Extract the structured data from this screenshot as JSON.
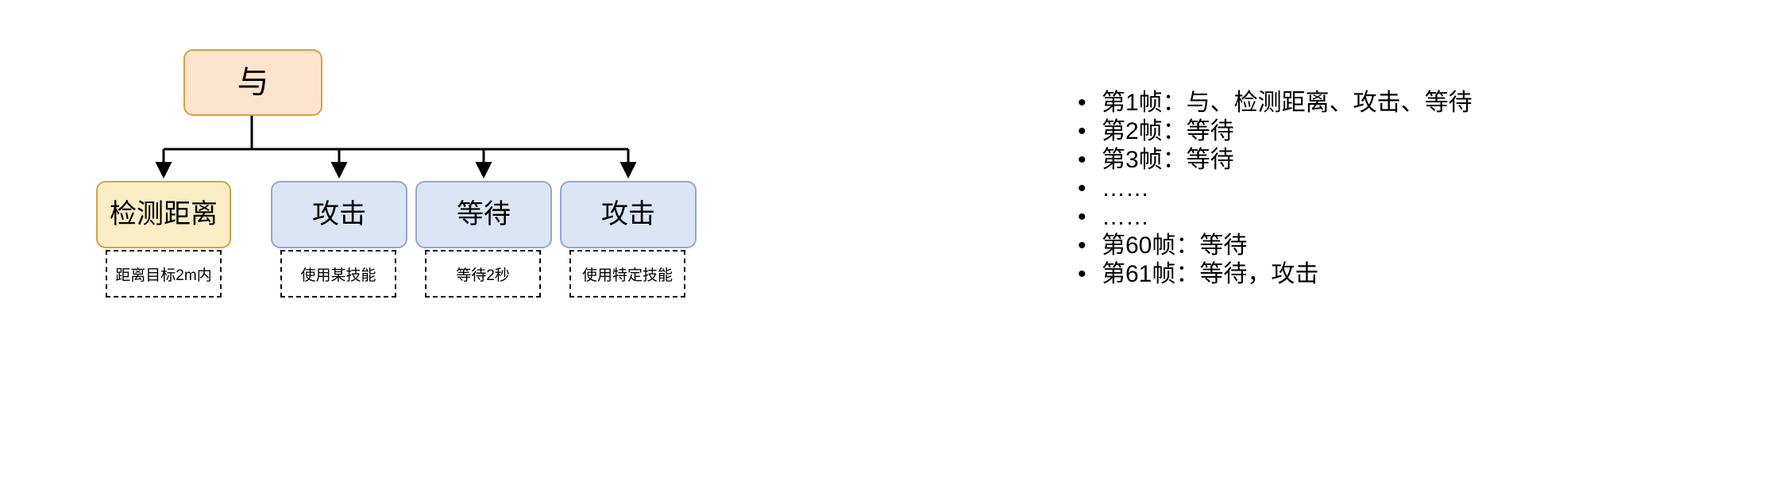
{
  "diagram": {
    "root": {
      "label": "与",
      "fill": "#fce4ce",
      "stroke": "#d6a13c"
    },
    "children": [
      {
        "label": "检测距离",
        "desc": "距离目标2m内",
        "kind": "condition",
        "fill": "#fbedc6",
        "stroke": "#d6a13c"
      },
      {
        "label": "攻击",
        "desc": "使用某技能",
        "kind": "action",
        "fill": "#dbe5f6",
        "stroke": "#93a8cf"
      },
      {
        "label": "等待",
        "desc": "等待2秒",
        "kind": "action",
        "fill": "#dbe5f6",
        "stroke": "#93a8cf"
      },
      {
        "label": "攻击",
        "desc": "使用特定技能",
        "kind": "action",
        "fill": "#dbe5f6",
        "stroke": "#93a8cf"
      }
    ],
    "edge_color": "#000000"
  },
  "trace": {
    "bullet_glyph": "•",
    "items": [
      {
        "text": "第1帧：与、检测距离、攻击、等待"
      },
      {
        "text": "第2帧：等待"
      },
      {
        "text": "第3帧：等待"
      },
      {
        "text": "……"
      },
      {
        "text": "……"
      },
      {
        "text": "第60帧：等待"
      },
      {
        "text": "第61帧：等待，攻击"
      }
    ]
  }
}
